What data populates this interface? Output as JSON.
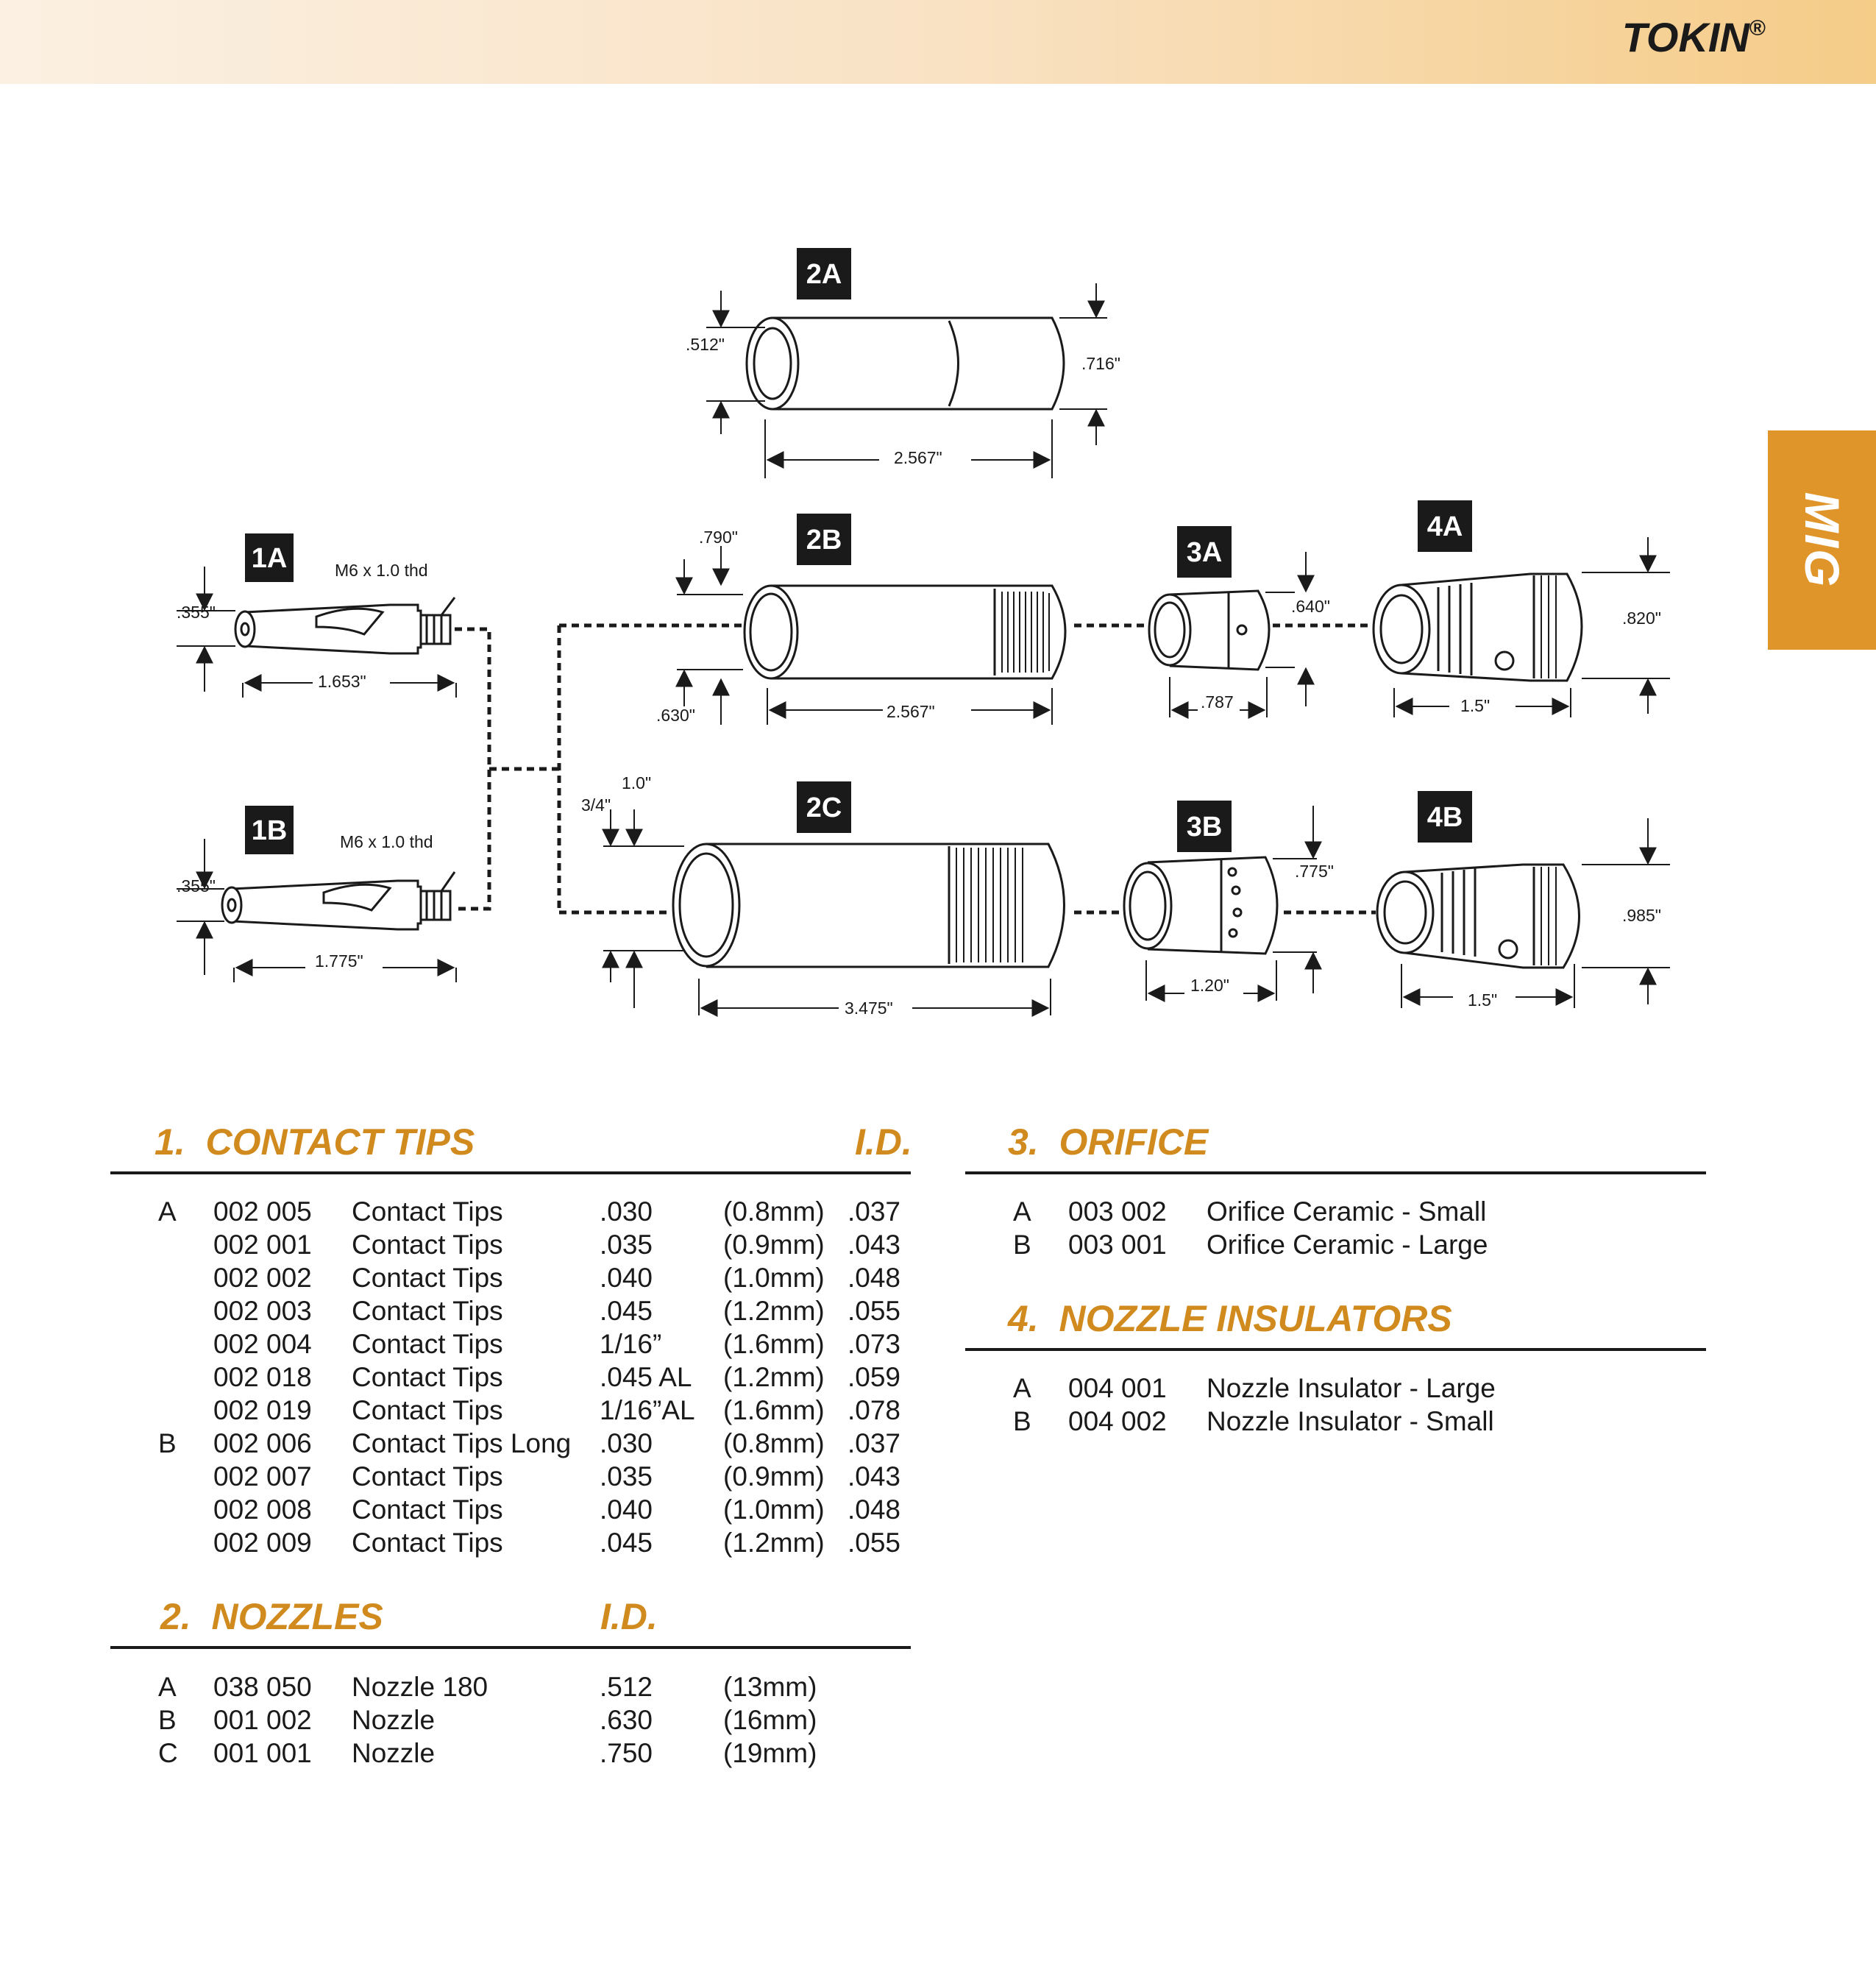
{
  "header": {
    "brand": "TOKIN",
    "reg_mark": "®"
  },
  "side_tab": {
    "label": "MIG"
  },
  "diagram": {
    "part_ids": [
      "1A",
      "1B",
      "2A",
      "2B",
      "2C",
      "3A",
      "3B",
      "4A",
      "4B"
    ],
    "labels": {
      "tip_1a_dia": ".355\"",
      "tip_1a_thread": "M6 x 1.0 thd",
      "tip_1a_len": "1.653\"",
      "tip_1b_dia": ".355\"",
      "tip_1b_thread": "M6 x 1.0 thd",
      "tip_1b_len": "1.775\"",
      "noz_2a_id": ".512\"",
      "noz_2a_od": ".716\"",
      "noz_2a_len": "2.567\"",
      "noz_2b_top": ".790\"",
      "noz_2b_id": ".630\"",
      "noz_2b_len": "2.567\"",
      "noz_2c_top1": "1.0\"",
      "noz_2c_top2": "3/4\"",
      "noz_2c_len": "3.475\"",
      "or_3a_dia": ".640\"",
      "or_3a_len": ".787",
      "or_3b_dia": ".775\"",
      "or_3b_len": "1.20\"",
      "ins_4a_dia": ".820\"",
      "ins_4a_len": "1.5\"",
      "ins_4b_dia": ".985\"",
      "ins_4b_len": "1.5\""
    }
  },
  "sections": {
    "contact_tips": {
      "number": "1.",
      "title": "CONTACT TIPS",
      "id_label": "I.D.",
      "rows": [
        {
          "letter": "A",
          "part": "002 005",
          "desc": "Contact Tips",
          "size": ".030",
          "metric": "(0.8mm)",
          "id": ".037"
        },
        {
          "letter": "",
          "part": "002 001",
          "desc": "Contact Tips",
          "size": ".035",
          "metric": "(0.9mm)",
          "id": ".043"
        },
        {
          "letter": "",
          "part": "002 002",
          "desc": "Contact Tips",
          "size": ".040",
          "metric": "(1.0mm)",
          "id": ".048"
        },
        {
          "letter": "",
          "part": "002 003",
          "desc": "Contact Tips",
          "size": ".045",
          "metric": "(1.2mm)",
          "id": ".055"
        },
        {
          "letter": "",
          "part": "002 004",
          "desc": "Contact Tips",
          "size": "1/16”",
          "metric": "(1.6mm)",
          "id": ".073"
        },
        {
          "letter": "",
          "part": "002 018",
          "desc": "Contact Tips",
          "size": ".045 AL",
          "metric": "(1.2mm)",
          "id": ".059"
        },
        {
          "letter": "",
          "part": "002 019",
          "desc": "Contact Tips",
          "size": "1/16”AL",
          "metric": "(1.6mm)",
          "id": ".078"
        },
        {
          "letter": "B",
          "part": "002 006",
          "desc": "Contact Tips Long",
          "size": ".030",
          "metric": "(0.8mm)",
          "id": ".037"
        },
        {
          "letter": "",
          "part": "002 007",
          "desc": "Contact Tips",
          "size": ".035",
          "metric": "(0.9mm)",
          "id": ".043"
        },
        {
          "letter": "",
          "part": "002 008",
          "desc": "Contact Tips",
          "size": ".040",
          "metric": "(1.0mm)",
          "id": ".048"
        },
        {
          "letter": "",
          "part": "002 009",
          "desc": "Contact Tips",
          "size": ".045",
          "metric": "(1.2mm)",
          "id": ".055"
        }
      ]
    },
    "nozzles": {
      "number": "2.",
      "title": "NOZZLES",
      "id_label": "I.D.",
      "rows": [
        {
          "letter": "A",
          "part": "038 050",
          "desc": "Nozzle 180",
          "size": ".512",
          "metric": "(13mm)"
        },
        {
          "letter": "B",
          "part": "001 002",
          "desc": "Nozzle",
          "size": ".630",
          "metric": "(16mm)"
        },
        {
          "letter": "C",
          "part": "001 001",
          "desc": "Nozzle",
          "size": ".750",
          "metric": "(19mm)"
        }
      ]
    },
    "orifice": {
      "number": "3.",
      "title": "ORIFICE",
      "rows": [
        {
          "letter": "A",
          "part": "003 002",
          "desc": "Orifice Ceramic - Small"
        },
        {
          "letter": "B",
          "part": "003 001",
          "desc": "Orifice Ceramic - Large"
        }
      ]
    },
    "nozzle_insulators": {
      "number": "4.",
      "title": "NOZZLE INSULATORS",
      "rows": [
        {
          "letter": "A",
          "part": "004 001",
          "desc": "Nozzle Insulator - Large"
        },
        {
          "letter": "B",
          "part": "004 002",
          "desc": "Nozzle Insulator - Small"
        }
      ]
    }
  }
}
